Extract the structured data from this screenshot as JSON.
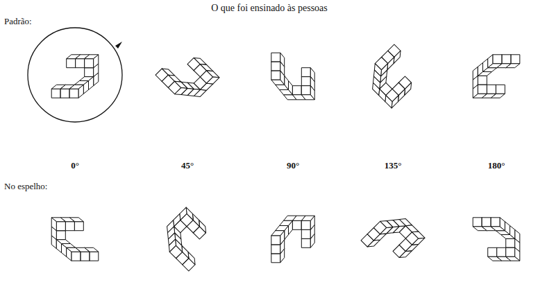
{
  "diagram": {
    "title": "O que foi ensinado às pessoas",
    "labels": [
      "Padrão:",
      "0°",
      "45°",
      "90°",
      "135°",
      "180°",
      "No espelho:"
    ]
  }
}
